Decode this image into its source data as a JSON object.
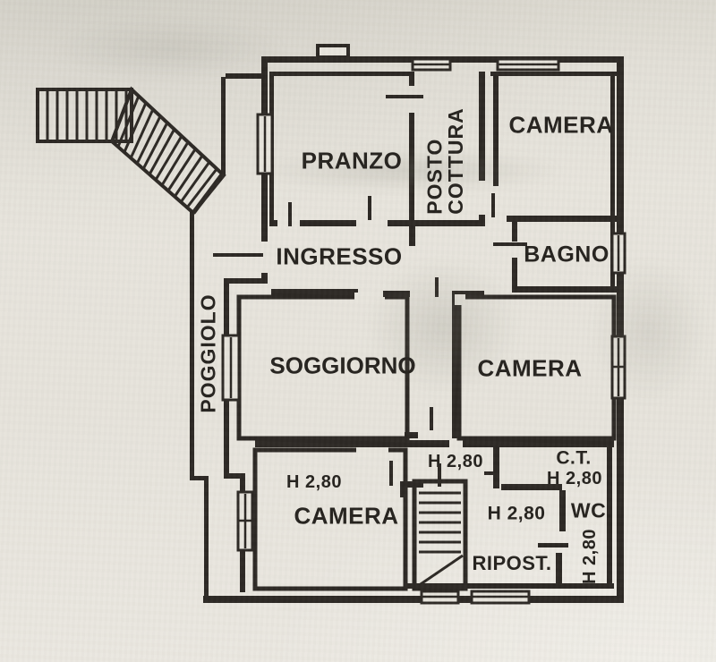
{
  "drawing": {
    "kind": "apartment floor plan (scanned)",
    "colors": {
      "ink": "#2b2723",
      "paper": "#e7e4dc"
    }
  },
  "labels": {
    "pranzo": "PRANZO",
    "posto_cottura_line1": "POSTO",
    "posto_cottura_line2": "COTTURA",
    "camera_top": "CAMERA",
    "bagno": "BAGNO",
    "ingresso": "INGRESSO",
    "soggiorno": "SOGGIORNO",
    "camera_mid": "CAMERA",
    "poggiolo": "POGGIOLO",
    "h_camera_bottom": "H 2,80",
    "camera_bottom": "CAMERA",
    "h_stairs": "H 2,80",
    "ct": "C.T.",
    "h_ct": "H 2,80",
    "h_disimpegno": "H 2,80",
    "wc": "WC.",
    "h_right_vertical": "H 2,80",
    "ripost": "RIPOST."
  }
}
